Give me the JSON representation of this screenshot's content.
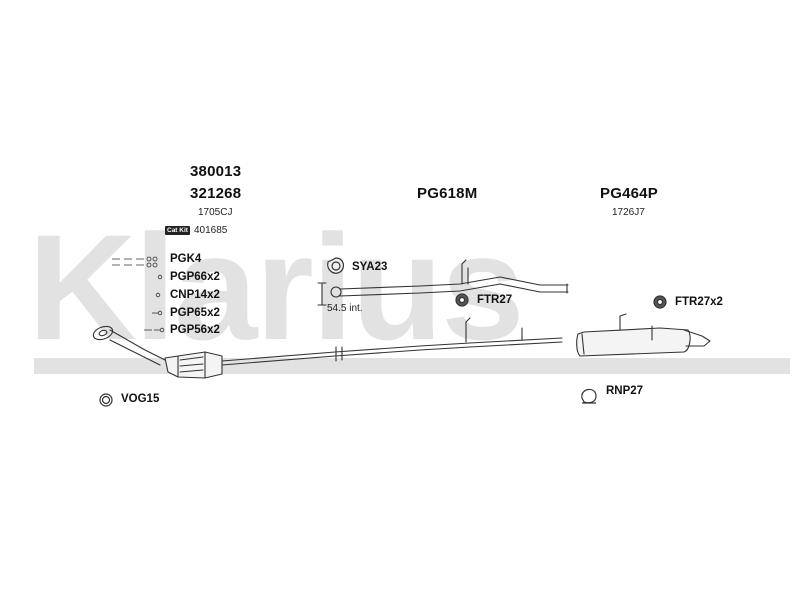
{
  "watermark": {
    "text": "Klarius"
  },
  "groups": {
    "left": {
      "part1": "380013",
      "part2": "321268",
      "ref1": "1705CJ",
      "catkit_badge": "Cat Kit",
      "catkit_value": "401685"
    },
    "middle": {
      "part": "PG618M"
    },
    "right": {
      "part": "PG464P",
      "ref": "1726J7"
    }
  },
  "fittings": [
    {
      "label": "PGK4"
    },
    {
      "label": "PGP66x2"
    },
    {
      "label": "CNP14x2"
    },
    {
      "label": "PGP65x2"
    },
    {
      "label": "PGP56x2"
    }
  ],
  "accessories": {
    "sya": "SYA23",
    "sya_note": "54.5 int.",
    "ftr_mid": "FTR27",
    "ftr_right": "FTR27x2",
    "vog": "VOG15",
    "rnp": "RNP27"
  }
}
